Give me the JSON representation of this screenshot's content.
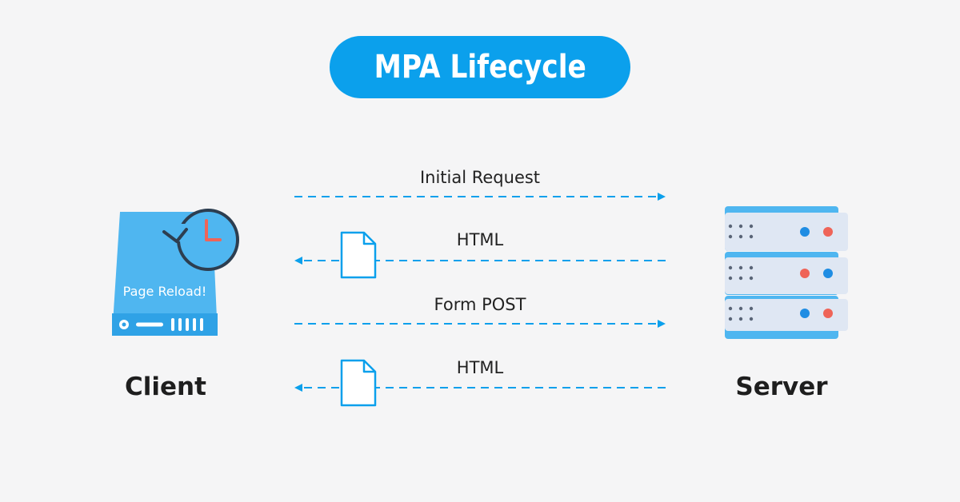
{
  "title": "MPA Lifecycle",
  "client": {
    "label": "Client",
    "screen_text": "Page Reload!"
  },
  "server": {
    "label": "Server"
  },
  "messages": [
    {
      "label": "Initial Request",
      "direction": "client-to-server",
      "document_icon": false
    },
    {
      "label": "HTML",
      "direction": "server-to-client",
      "document_icon": true
    },
    {
      "label": "Form POST",
      "direction": "client-to-server",
      "document_icon": false
    },
    {
      "label": "HTML",
      "direction": "server-to-client",
      "document_icon": true
    }
  ],
  "colors": {
    "accent_blue": "#0ba0ec",
    "device_blue": "#4fb6f0",
    "server_light": "#dfe7f3",
    "clock_red": "#ef6458",
    "clock_dark": "#2d3e50",
    "led_blue": "#1f8de3",
    "led_red": "#ef6458"
  }
}
